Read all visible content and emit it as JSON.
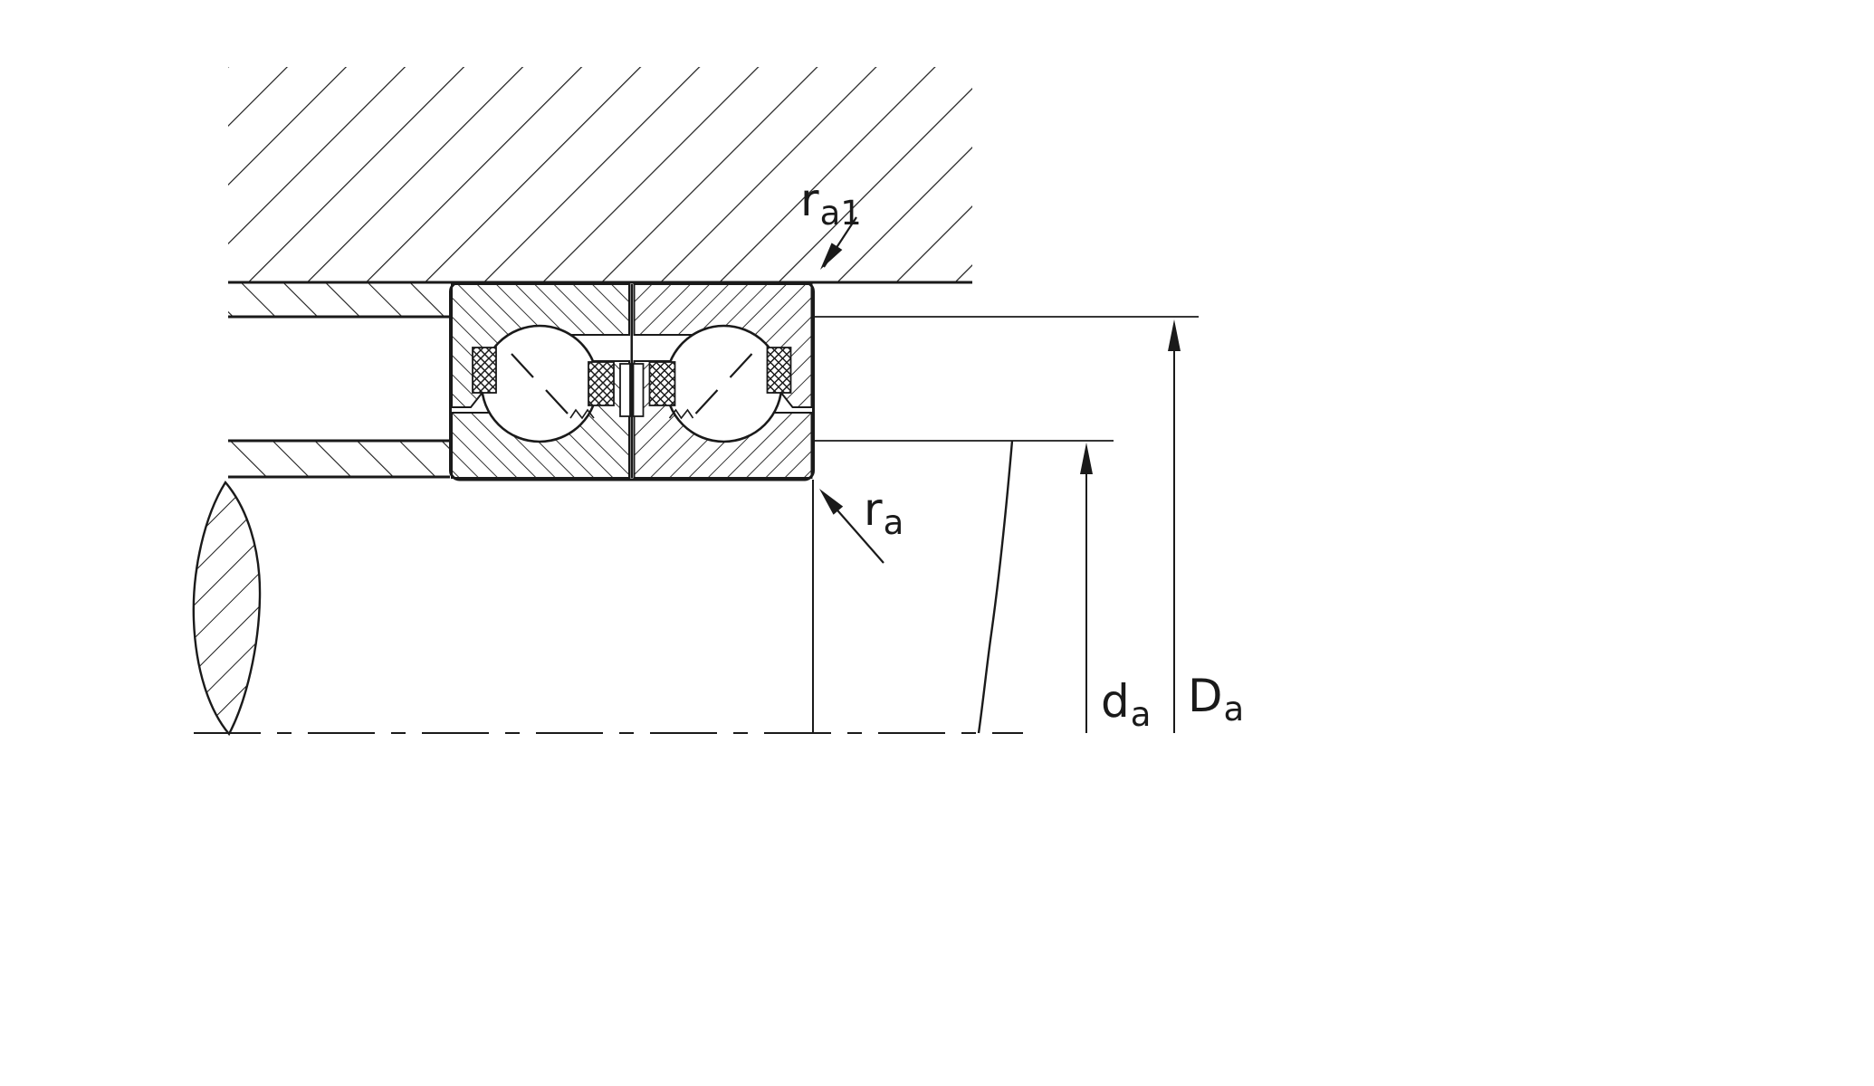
{
  "labels": {
    "ra1": {
      "main": "r",
      "sub": "a1"
    },
    "ra": {
      "main": "r",
      "sub": "a"
    },
    "da": {
      "main": "d",
      "sub": "a"
    },
    "Da": {
      "main": "D",
      "sub": "a"
    }
  },
  "colors": {
    "line": "#1a1a1a",
    "background": "#ffffff"
  }
}
